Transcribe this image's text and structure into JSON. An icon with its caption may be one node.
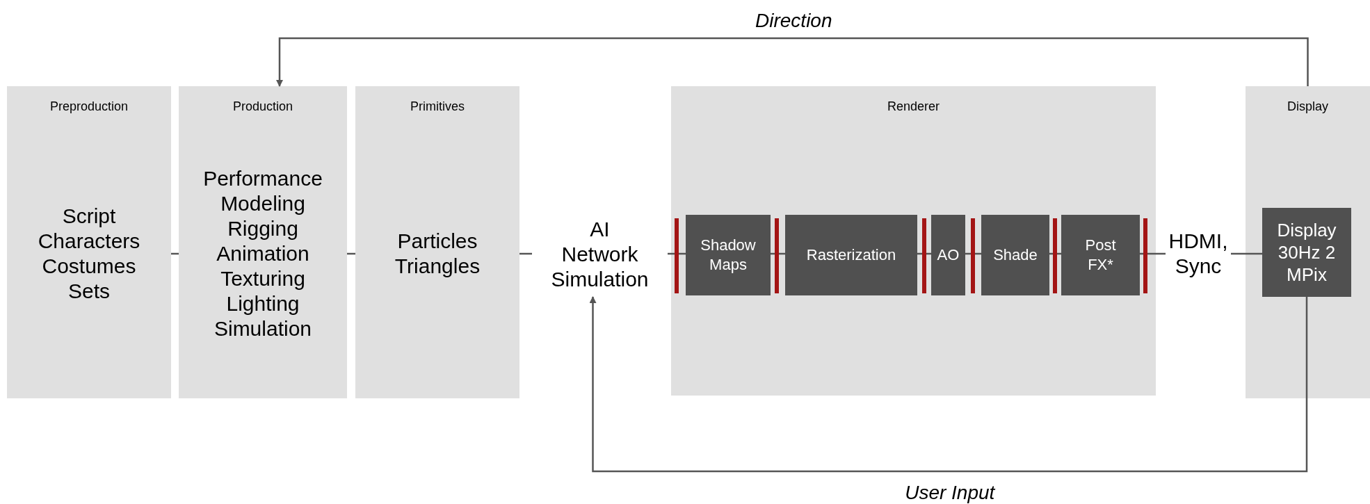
{
  "diagram": {
    "nodes": [
      {
        "text": [
          "Preproduction",
          "Script Characters Costumes Sets"
        ]
      },
      {
        "text": [
          "Production",
          "Performance Modeling Rigging Animation Texturing Lighting Simulation"
        ]
      },
      {
        "text": [
          "Primitives",
          "Particles Triangles"
        ]
      },
      {
        "text": [
          "AI Network Simulation"
        ]
      },
      {
        "text": [
          "Renderer"
        ]
      },
      {
        "text": [
          "Shadow Maps"
        ],
        "in": 4
      },
      {
        "text": [
          "Rasterization"
        ],
        "in": 4
      },
      {
        "text": [
          "AO"
        ],
        "in": 4
      },
      {
        "text": [
          "Shade"
        ],
        "in": 4
      },
      {
        "text": [
          "Post FX*"
        ],
        "in": 4
      },
      {
        "text": [
          "HDMI, Sync"
        ]
      },
      {
        "text": [
          "Display"
        ]
      },
      {
        "text": [
          "Display 30Hz 2 MPix"
        ],
        "in": 11
      }
    ],
    "edges": [
      {
        "from": 0,
        "to": 1,
        "arrow": "none"
      },
      {
        "from": 1,
        "to": 2,
        "arrow": "none"
      },
      {
        "from": 2,
        "to": 3,
        "arrow": "none"
      },
      {
        "from": 3,
        "to": 5,
        "arrow": "none"
      },
      {
        "from": 5,
        "to": 6,
        "arrow": "none"
      },
      {
        "from": 6,
        "to": 7,
        "arrow": "none"
      },
      {
        "from": 7,
        "to": 8,
        "arrow": "none"
      },
      {
        "from": 8,
        "to": 9,
        "arrow": "none"
      },
      {
        "from": 9,
        "to": 10,
        "arrow": "none"
      },
      {
        "from": 10,
        "to": 12,
        "arrow": "none"
      },
      {
        "from": 11,
        "to": 1,
        "arrow": "to",
        "label": "Direction"
      },
      {
        "from": 12,
        "to": 3,
        "arrow": "to",
        "label": "User Input"
      }
    ]
  }
}
